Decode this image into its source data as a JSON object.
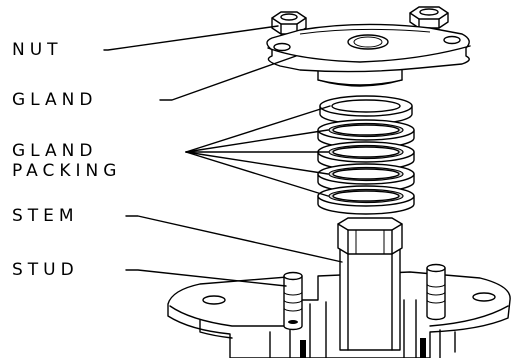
{
  "diagram": {
    "labels": {
      "nut": "NUT",
      "gland": "GLAND",
      "gland_packing_line1": "GLAND",
      "gland_packing_line2": "PACKING",
      "stem": "STEM",
      "stud": "STUD"
    }
  }
}
